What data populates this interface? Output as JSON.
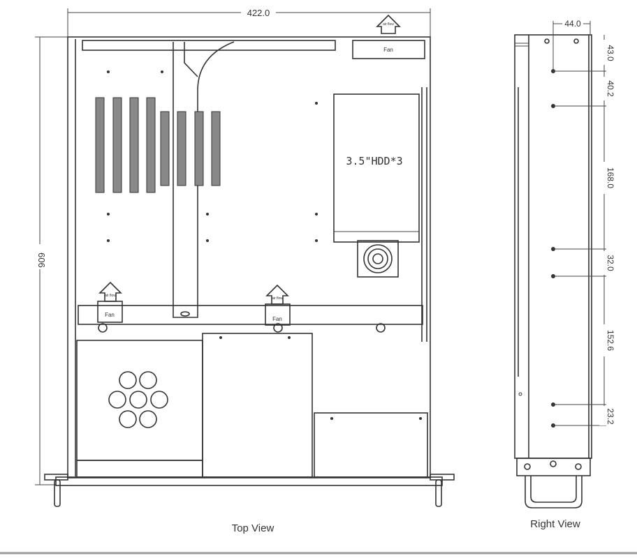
{
  "top_view": {
    "label": "Top View",
    "width_dim": "422.0",
    "depth_dim": "606",
    "hdd_label": "3.5\"HDD*3",
    "fans": [
      {
        "label": "Fan",
        "airflow": "air flow"
      },
      {
        "label": "Fan",
        "airflow": "air flow"
      },
      {
        "label": "Fan",
        "airflow": "air flow"
      }
    ]
  },
  "right_view": {
    "label": "Right View",
    "height_dim": "44.0",
    "hole_dims": [
      "43.0",
      "40.2",
      "168.0",
      "32.0",
      "152.6",
      "23.2"
    ]
  }
}
